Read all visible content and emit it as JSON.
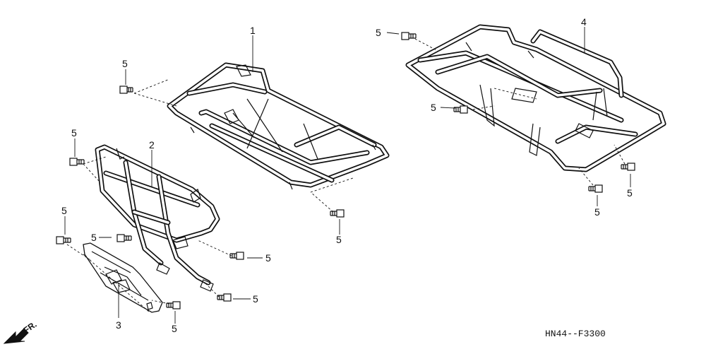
{
  "parts": {
    "carrier_front": "1",
    "bumper_front": "2",
    "skid_plate": "3",
    "carrier_rear": "4"
  },
  "bolt_label": "5",
  "diagram_code": "HN44--F3300",
  "direction_label": "FR."
}
